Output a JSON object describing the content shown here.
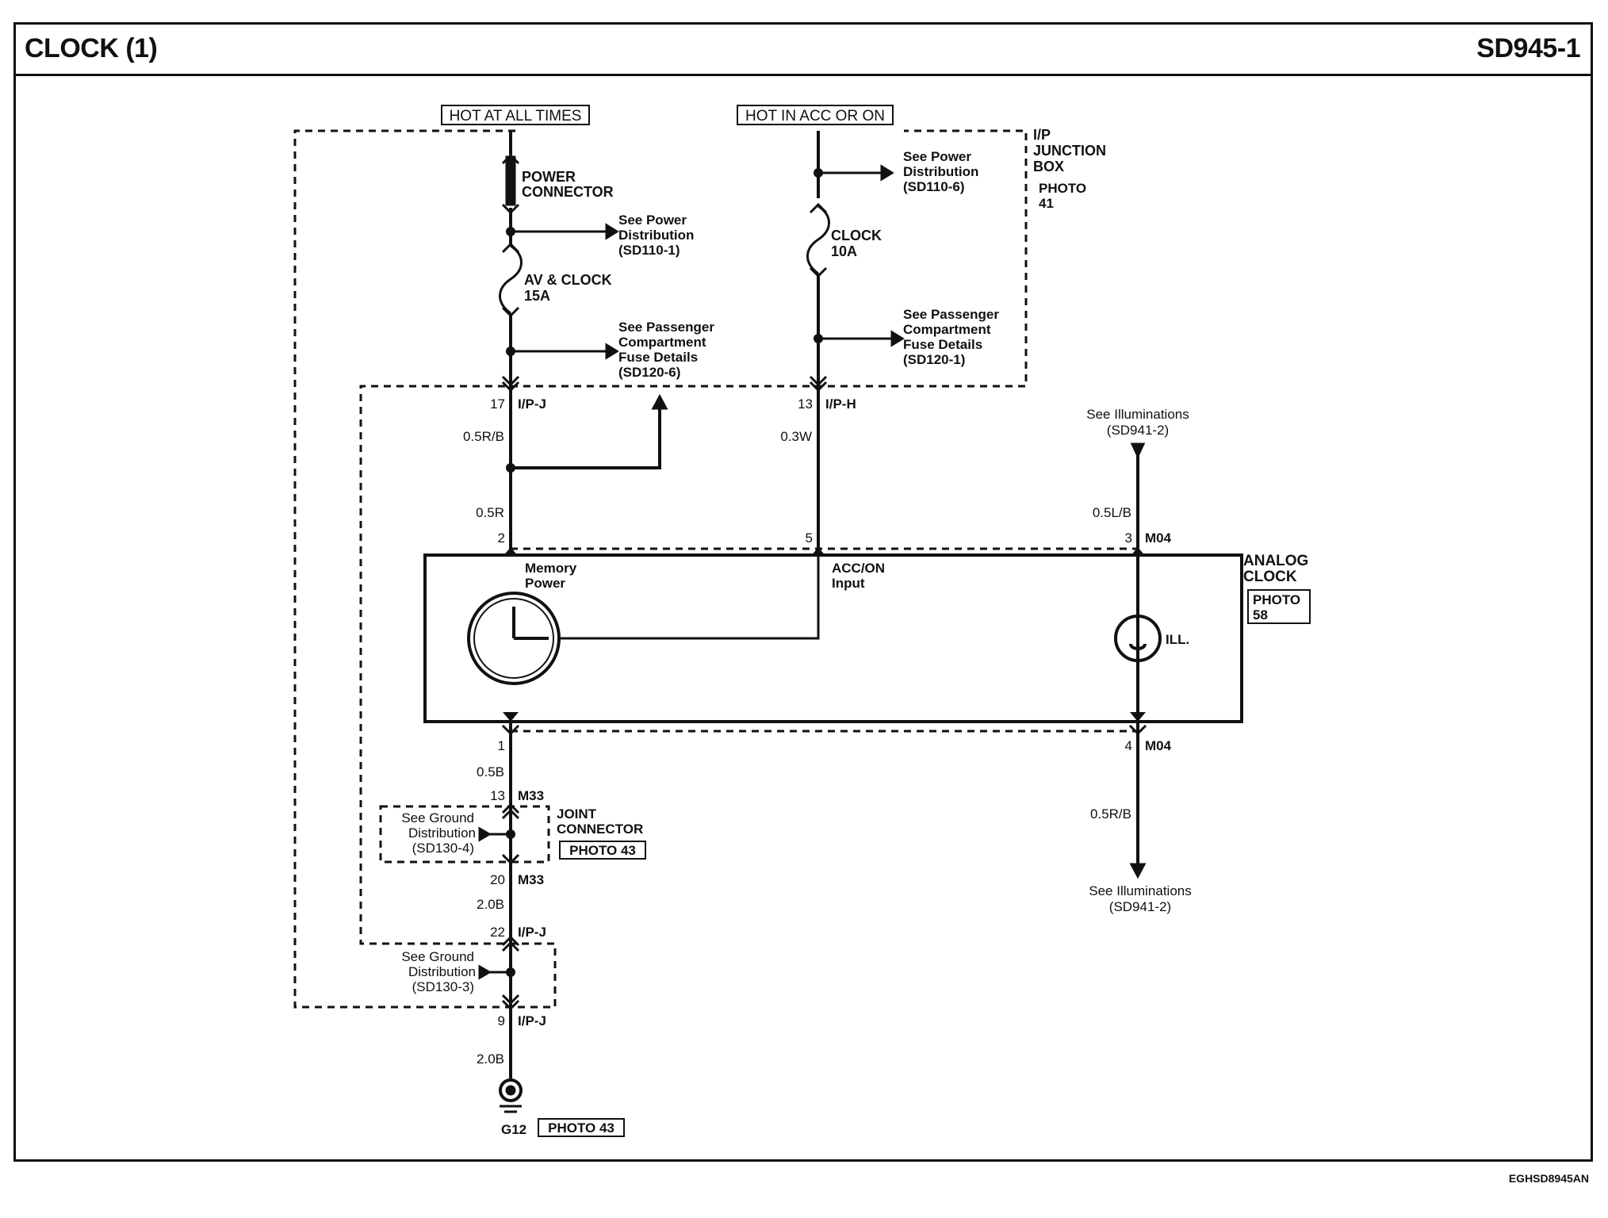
{
  "header": {
    "title": "CLOCK (1)",
    "code": "SD945-1"
  },
  "footer": {
    "code": "EGHSD8945AN"
  },
  "sources": {
    "hot_at_all_times": "HOT AT ALL TIMES",
    "hot_in_acc": "HOT IN ACC OR ON"
  },
  "junction_box": {
    "line1": "I/P",
    "line2": "JUNCTION",
    "line3": "BOX",
    "photo1": "PHOTO",
    "photo2": "41"
  },
  "power_connector": {
    "line1": "POWER",
    "line2": "CONNECTOR"
  },
  "ref_power_dist_1": {
    "line1": "See Power",
    "line2": "Distribution",
    "line3": "(SD110-1)"
  },
  "ref_power_dist_6": {
    "line1": "See Power",
    "line2": "Distribution",
    "line3": "(SD110-6)"
  },
  "fuse_av_clock": {
    "line1": "AV & CLOCK",
    "line2": "15A"
  },
  "fuse_clock": {
    "line1": "CLOCK",
    "line2": "10A"
  },
  "ref_pass_fuse_6": {
    "line1": "See Passenger",
    "line2": "Compartment",
    "line3": "Fuse Details",
    "line4": "(SD120-6)"
  },
  "ref_pass_fuse_1": {
    "line1": "See Passenger",
    "line2": "Compartment",
    "line3": "Fuse Details",
    "line4": "(SD120-1)"
  },
  "pins": {
    "p17": "17",
    "ipj_a": "I/P-J",
    "p13": "13",
    "iph": "I/P-H",
    "p2": "2",
    "p5": "5",
    "p3": "3",
    "m04_a": "M04",
    "p1": "1",
    "p4": "4",
    "m04_b": "M04",
    "p13b": "13",
    "m33_a": "M33",
    "p20": "20",
    "m33_b": "M33",
    "p22": "22",
    "ipj_b": "I/P-J",
    "p9": "9",
    "ipj_c": "I/P-J"
  },
  "wires": {
    "w1": "0.5R/B",
    "w2": "0.3W",
    "w3": "0.5R",
    "w4": "0.5L/B",
    "w5": "0.5B",
    "w6": "0.5R/B",
    "w7": "2.0B",
    "w8": "2.0B"
  },
  "illum_top": {
    "line1": "See Illuminations",
    "line2": "(SD941-2)"
  },
  "illum_bottom": {
    "line1": "See Illuminations",
    "line2": "(SD941-2)"
  },
  "clock_module": {
    "name1": "ANALOG",
    "name2": "CLOCK",
    "photo1": "PHOTO",
    "photo2": "58",
    "memory1": "Memory",
    "memory2": "Power",
    "acc1": "ACC/ON",
    "acc2": "Input",
    "ill": "ILL."
  },
  "joint_connector": {
    "line1": "JOINT",
    "line2": "CONNECTOR",
    "photo": "PHOTO 43"
  },
  "ground_ref_4": {
    "line1": "See Ground",
    "line2": "Distribution",
    "line3": "(SD130-4)"
  },
  "ground_ref_3": {
    "line1": "See Ground",
    "line2": "Distribution",
    "line3": "(SD130-3)"
  },
  "ground": {
    "label": "G12",
    "photo": "PHOTO 43"
  }
}
